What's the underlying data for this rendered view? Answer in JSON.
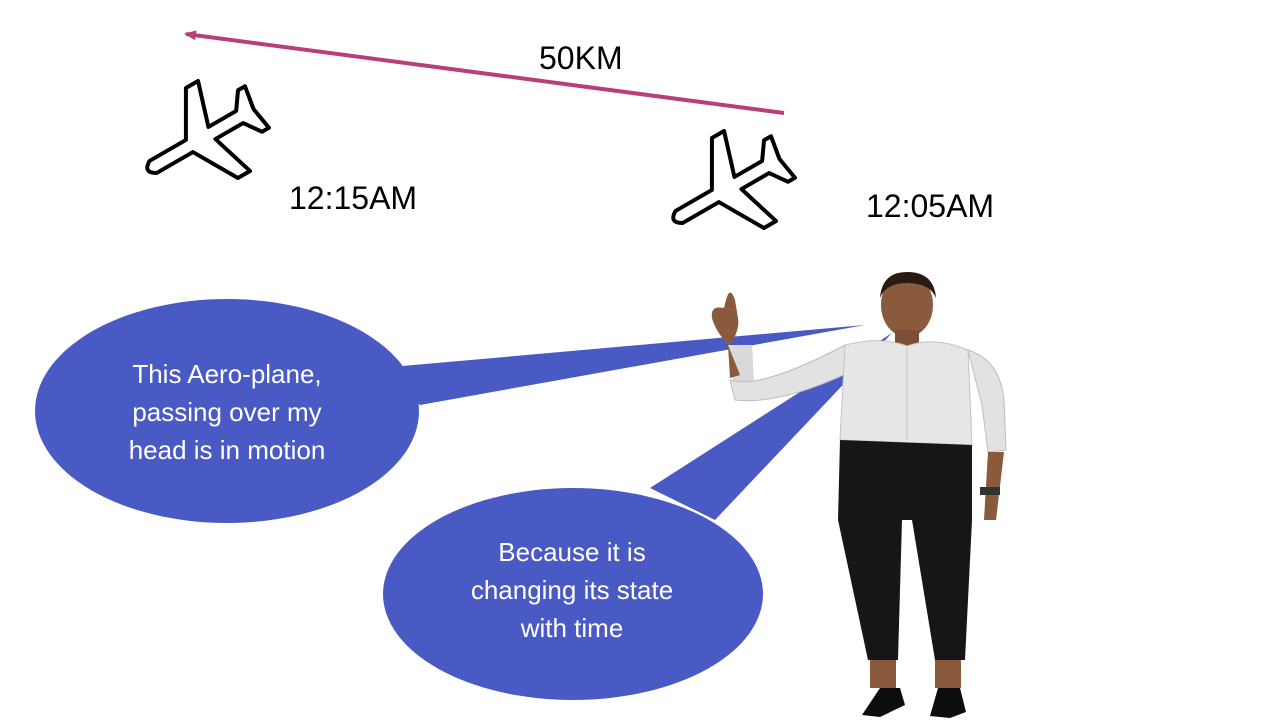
{
  "distance_label": "50KM",
  "plane_left": {
    "time": "12:15AM"
  },
  "plane_right": {
    "time": "12:05AM"
  },
  "bubble_top": {
    "lines": [
      "This Aero-plane,",
      "passing over my",
      "head is in motion"
    ]
  },
  "bubble_bottom": {
    "lines": [
      "Because it is",
      "changing its state",
      "with time"
    ]
  },
  "colors": {
    "arrow": "#b83f7a",
    "bubble": "#4a5ac4",
    "text": "#000000"
  },
  "icons": {
    "plane": "airplane-icon",
    "person": "person-figure"
  }
}
